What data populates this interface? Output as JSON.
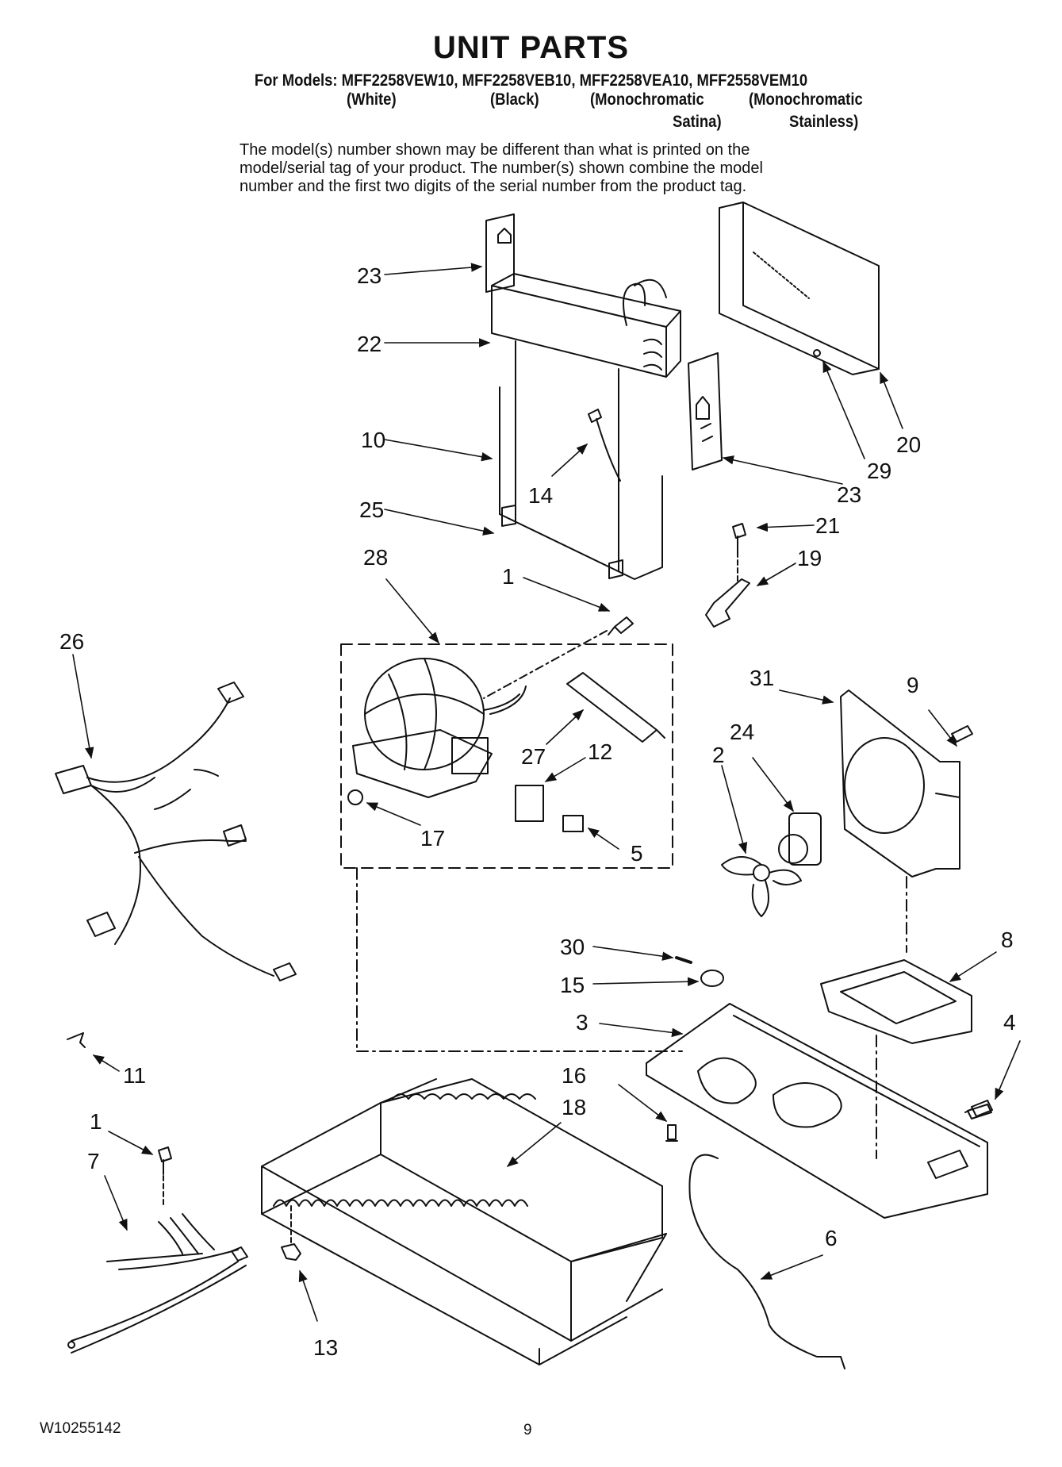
{
  "header": {
    "title": "UNIT PARTS",
    "models_line": "For Models: MFF2258VEW10, MFF2258VEB10, MFF2258VEA10, MFF2558VEM10",
    "variants": [
      "(White)",
      "(Black)",
      "(Monochromatic",
      "(Monochromatic",
      "Satina)",
      "Stainless)"
    ],
    "note": [
      "The model(s) number shown may be different than what is printed on the",
      "model/serial tag of your product. The number(s) shown combine the model",
      "number and the first two digits of the serial number from the product tag."
    ]
  },
  "callouts": [
    "23",
    "22",
    "10",
    "25",
    "28",
    "14",
    "1",
    "20",
    "29",
    "23",
    "21",
    "19",
    "26",
    "31",
    "9",
    "24",
    "2",
    "27",
    "12",
    "17",
    "5",
    "30",
    "15",
    "3",
    "8",
    "4",
    "11",
    "16",
    "18",
    "1",
    "7",
    "6",
    "13"
  ],
  "footer": {
    "doc_number": "W10255142",
    "page_number": "9"
  }
}
